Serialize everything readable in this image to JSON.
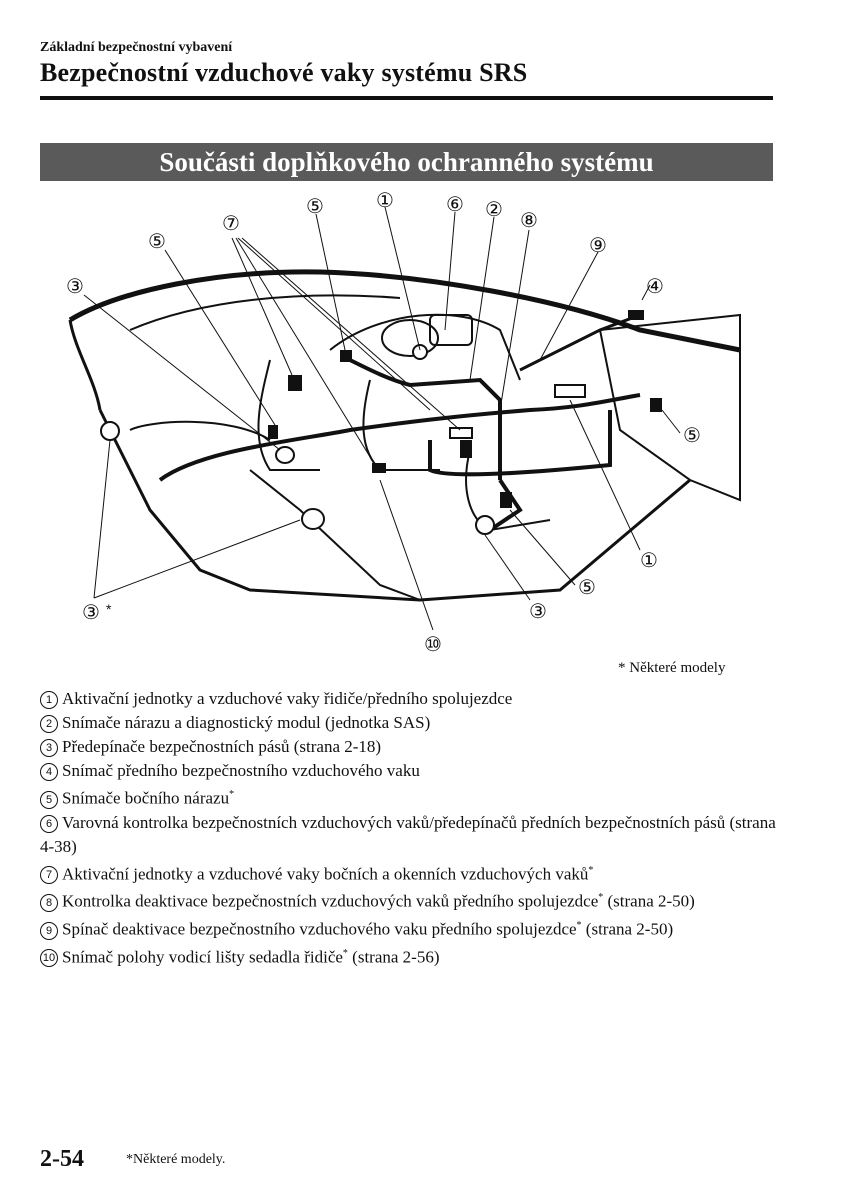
{
  "header": {
    "section": "Základní bezpečnostní vybavení",
    "title": "Bezpečnostní vzduchové vaky systému SRS"
  },
  "banner": "Součásti doplňkového ochranného systému",
  "diagram": {
    "callouts": [
      "①",
      "②",
      "③",
      "④",
      "⑤",
      "⑥",
      "⑦",
      "⑧",
      "⑨",
      "⑩"
    ],
    "asterisk": "*"
  },
  "note_some_models": "* Některé modely",
  "legend": [
    {
      "num": "1",
      "text": "Aktivační jednotky a vzduchové vaky řidiče/předního spolujezdce",
      "star": ""
    },
    {
      "num": "2",
      "text": "Snímače nárazu a diagnostický modul (jednotka SAS)",
      "star": ""
    },
    {
      "num": "3",
      "text": "Předepínače bezpečnostních pásů (strana 2-18)",
      "star": ""
    },
    {
      "num": "4",
      "text": "Snímač předního bezpečnostního vzduchového vaku",
      "star": ""
    },
    {
      "num": "5",
      "text": "Snímače bočního nárazu",
      "star": "*"
    },
    {
      "num": "6",
      "text": "Varovná kontrolka bezpečnostních vzduchových vaků/předepínačů předních bezpečnostních pásů (strana 4-38)",
      "star": ""
    },
    {
      "num": "7",
      "text": "Aktivační jednotky a vzduchové vaky bočních a okenních vzduchových vaků",
      "star": "*"
    },
    {
      "num": "8",
      "text": "Kontrolka deaktivace bezpečnostních vzduchových vaků předního spolujezdce",
      "star": "*",
      "suffix": " (strana 2-50)"
    },
    {
      "num": "9",
      "text": "Spínač deaktivace bezpečnostního vzduchového vaku předního spolujezdce",
      "star": "*",
      "suffix": " (strana 2-50)"
    },
    {
      "num": "10",
      "text": "Snímač polohy vodicí lišty sedadla řidiče",
      "star": "*",
      "suffix": " (strana 2-56)"
    }
  ],
  "footer": {
    "page_number": "2-54",
    "note": "*Některé modely."
  }
}
